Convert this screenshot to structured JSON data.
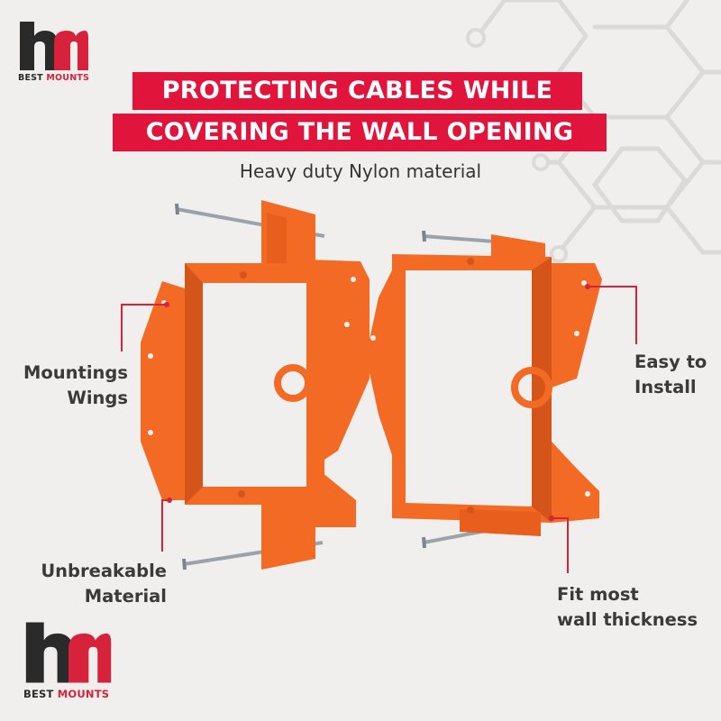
{
  "brand": {
    "logo_text_part1": "BEST ",
    "logo_text_part2": "MOUNTS",
    "dark_color": "#2a2a2a",
    "accent_color": "#d6223a"
  },
  "headline": {
    "line1": "PROTECTING CABLES WHILE",
    "line2": "COVERING THE WALL OPENING",
    "bar_color": "#e1143c"
  },
  "subtitle": "Heavy duty Nylon material",
  "callouts": {
    "mountings_line1": "Mountings",
    "mountings_line2": "Wings",
    "unbreakable_line1": "Unbreakable",
    "unbreakable_line2": "Material",
    "easy_line1": "Easy to",
    "easy_line2": "Install",
    "fit_line1": "Fit most",
    "fit_line2": "wall thickness"
  },
  "product": {
    "color": "#f26a24",
    "shadow_color": "#d4541a"
  }
}
